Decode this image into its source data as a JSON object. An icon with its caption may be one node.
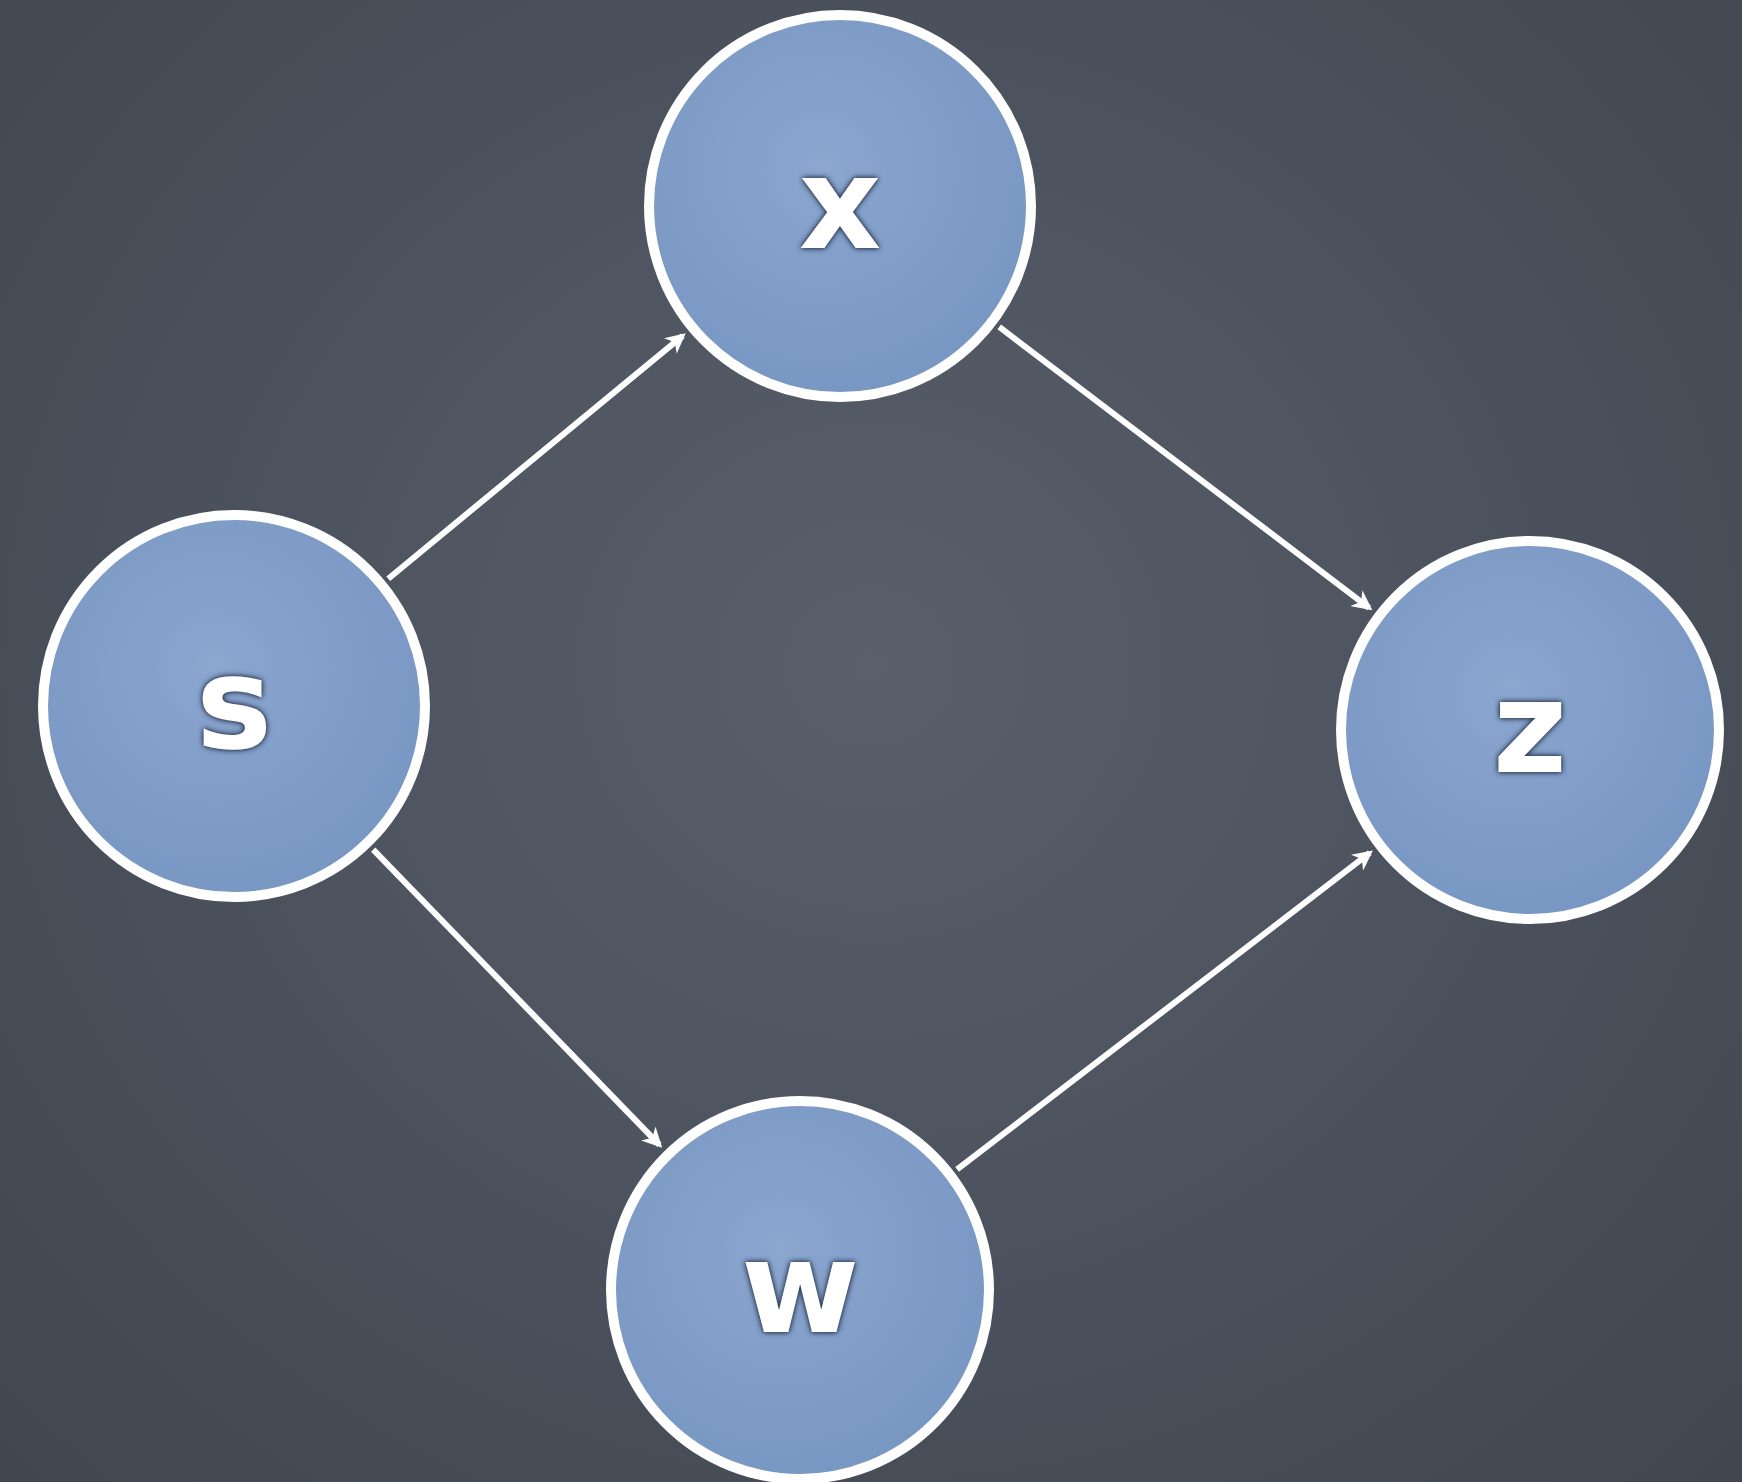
{
  "diagram": {
    "nodes": [
      {
        "text": [
          "x"
        ]
      },
      {
        "text": [
          "s"
        ]
      },
      {
        "text": [
          "z"
        ]
      },
      {
        "text": [
          "w"
        ]
      }
    ],
    "edges": [
      {
        "from": 1,
        "to": 0,
        "arrow": "to"
      },
      {
        "from": 0,
        "to": 2,
        "arrow": "to"
      },
      {
        "from": 1,
        "to": 3,
        "arrow": "to"
      },
      {
        "from": 3,
        "to": 2,
        "arrow": "to"
      }
    ]
  }
}
